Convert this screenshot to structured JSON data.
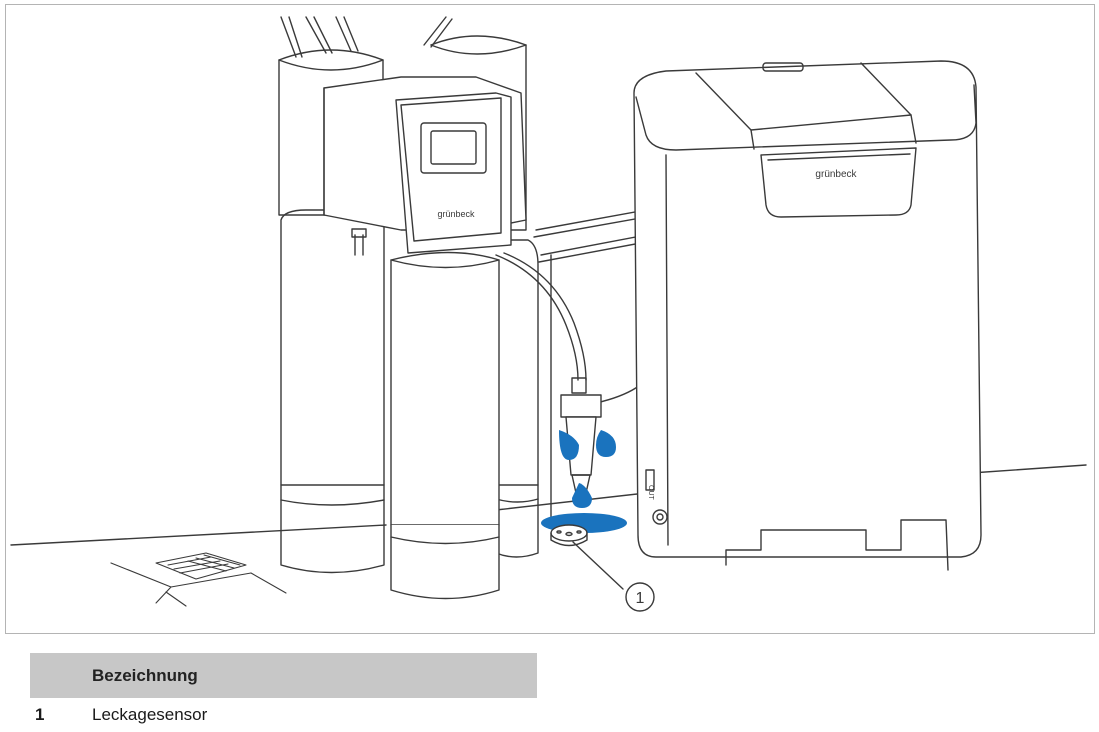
{
  "figure": {
    "brand_left": "grünbeck",
    "brand_right": "grünbeck",
    "callout_number": "1",
    "panel_text": "OUT",
    "water_color": "#1a73be",
    "line_color": "#3a3a3a"
  },
  "legend": {
    "header_label": "Bezeichnung",
    "rows": [
      {
        "number": "1",
        "label": "Leckagesensor"
      }
    ]
  }
}
